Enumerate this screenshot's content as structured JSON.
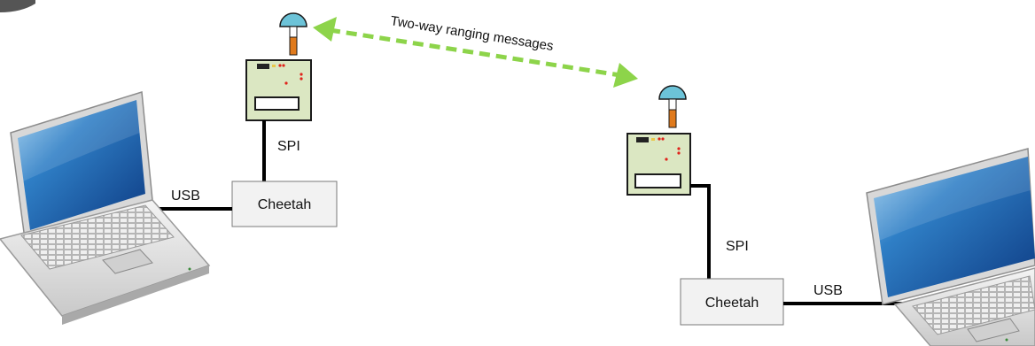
{
  "message_label": "Two-way ranging messages",
  "left_station": {
    "bus_label": "SPI",
    "adapter_label": "Cheetah",
    "usb_label": "USB"
  },
  "right_station": {
    "bus_label": "SPI",
    "adapter_label": "Cheetah",
    "usb_label": "USB"
  },
  "colors": {
    "arrow": "#8dd44a",
    "antenna_dome": "#6cc3d8",
    "antenna_stem": "#e07a1c",
    "board": "#dbe7c2",
    "board_edge": "#1a1a1a",
    "led": "#e0231b",
    "box_fill": "#f2f2f2"
  }
}
